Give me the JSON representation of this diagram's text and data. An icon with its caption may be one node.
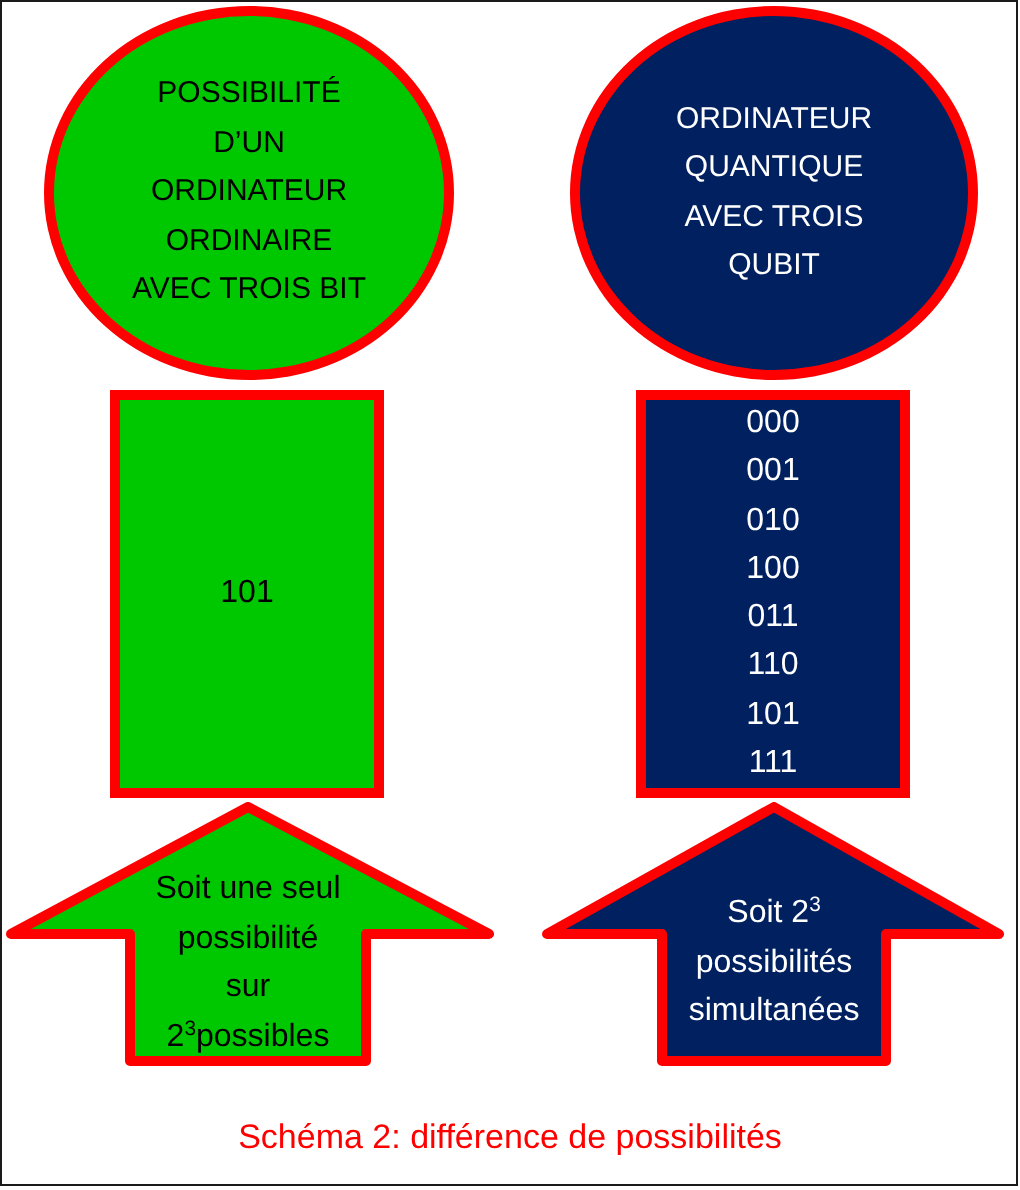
{
  "diagram": {
    "caption": "Schéma 2: différence de possibilités",
    "nodes": [
      {
        "text": [
          "POSSIBILITÉ D’UN ORDINATEUR ORDINAIRE AVEC TROIS BIT"
        ]
      },
      {
        "text": [
          "ORDINATEUR QUANTIQUE AVEC TROIS QUBIT"
        ]
      },
      {
        "text": [
          "101"
        ]
      },
      {
        "text": [
          "000",
          "001",
          "010",
          "100",
          "011",
          "110",
          "101",
          "111"
        ]
      },
      {
        "text": [
          "Soit une seul possibilité sur 2$^{3}$possibles"
        ]
      },
      {
        "text": [
          "Soit 2$^{3}$ possibilités simultanées"
        ]
      }
    ]
  }
}
